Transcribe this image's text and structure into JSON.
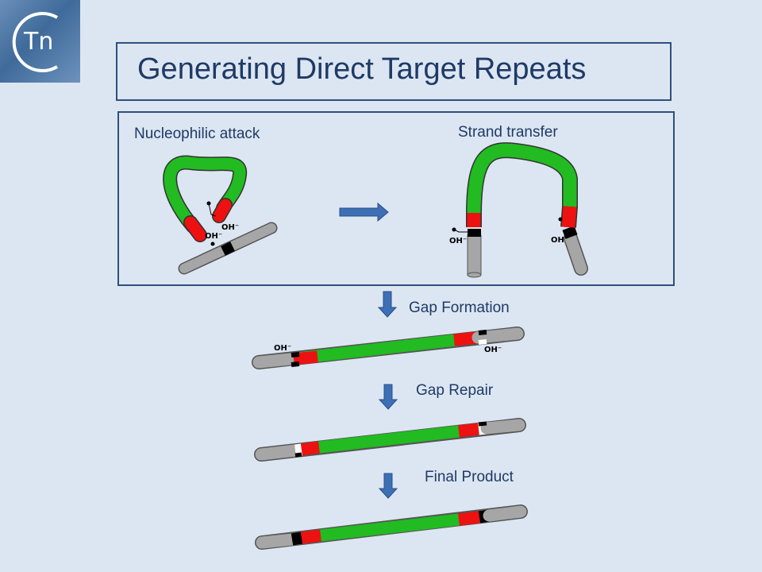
{
  "logo": {
    "text": "Tn"
  },
  "title": "Generating Direct Target Repeats",
  "panel": {
    "left_label": "Nucleophilic attack",
    "right_label": "Strand transfer",
    "oh_label": "OH⁻"
  },
  "steps": [
    {
      "label": "Gap Formation"
    },
    {
      "label": "Gap Repair"
    },
    {
      "label": "Final Product"
    }
  ],
  "colors": {
    "background": "#dce6f2",
    "frame": "#2f4f7a",
    "text": "#1f3a66",
    "transposon": "#22bb22",
    "ends": "#ee1111",
    "target_dna": "#a6a6a6",
    "arrow": "#3d6fb5"
  }
}
